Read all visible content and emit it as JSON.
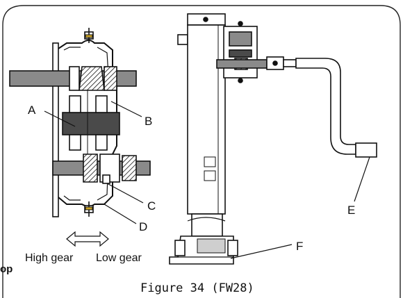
{
  "diagram": {
    "callouts": [
      "A",
      "B",
      "C",
      "D",
      "E",
      "F"
    ],
    "shift_labels": {
      "high": "High gear",
      "low": "Low gear"
    },
    "caption": "Figure 34 (FW28)",
    "clipped_text": "op",
    "colors": {
      "line": "#111111",
      "fill_dark": "#4a4a4a",
      "fill_mid": "#8a8a8a",
      "fill_light": "#cfcfcf",
      "background": "#ffffff"
    }
  }
}
